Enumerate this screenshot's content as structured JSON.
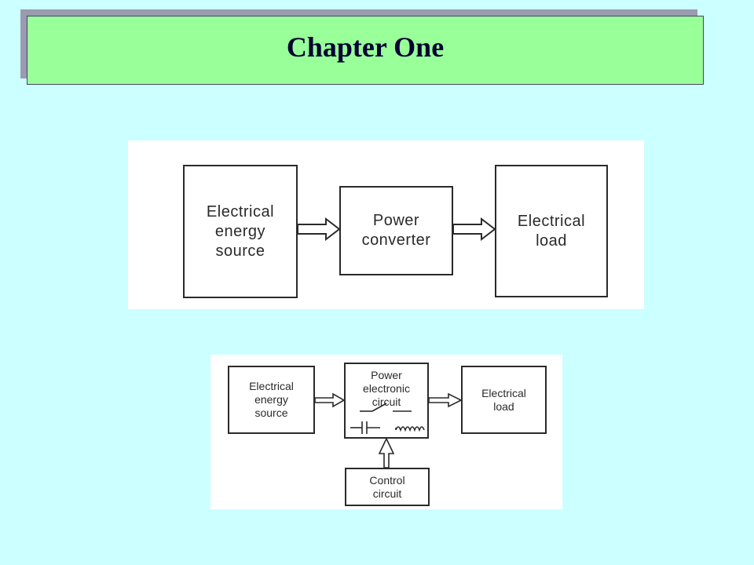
{
  "title": "Chapter One",
  "diagram_top": {
    "source_label": "Electrical\nenergy\nsource",
    "converter_label": "Power\nconverter",
    "load_label": "Electrical\nload"
  },
  "diagram_bottom": {
    "source_label": "Electrical\nenergy\nsource",
    "circuit_label": "Power\nelectronic\ncircuit",
    "load_label": "Electrical\nload",
    "control_label": "Control\ncircuit"
  }
}
